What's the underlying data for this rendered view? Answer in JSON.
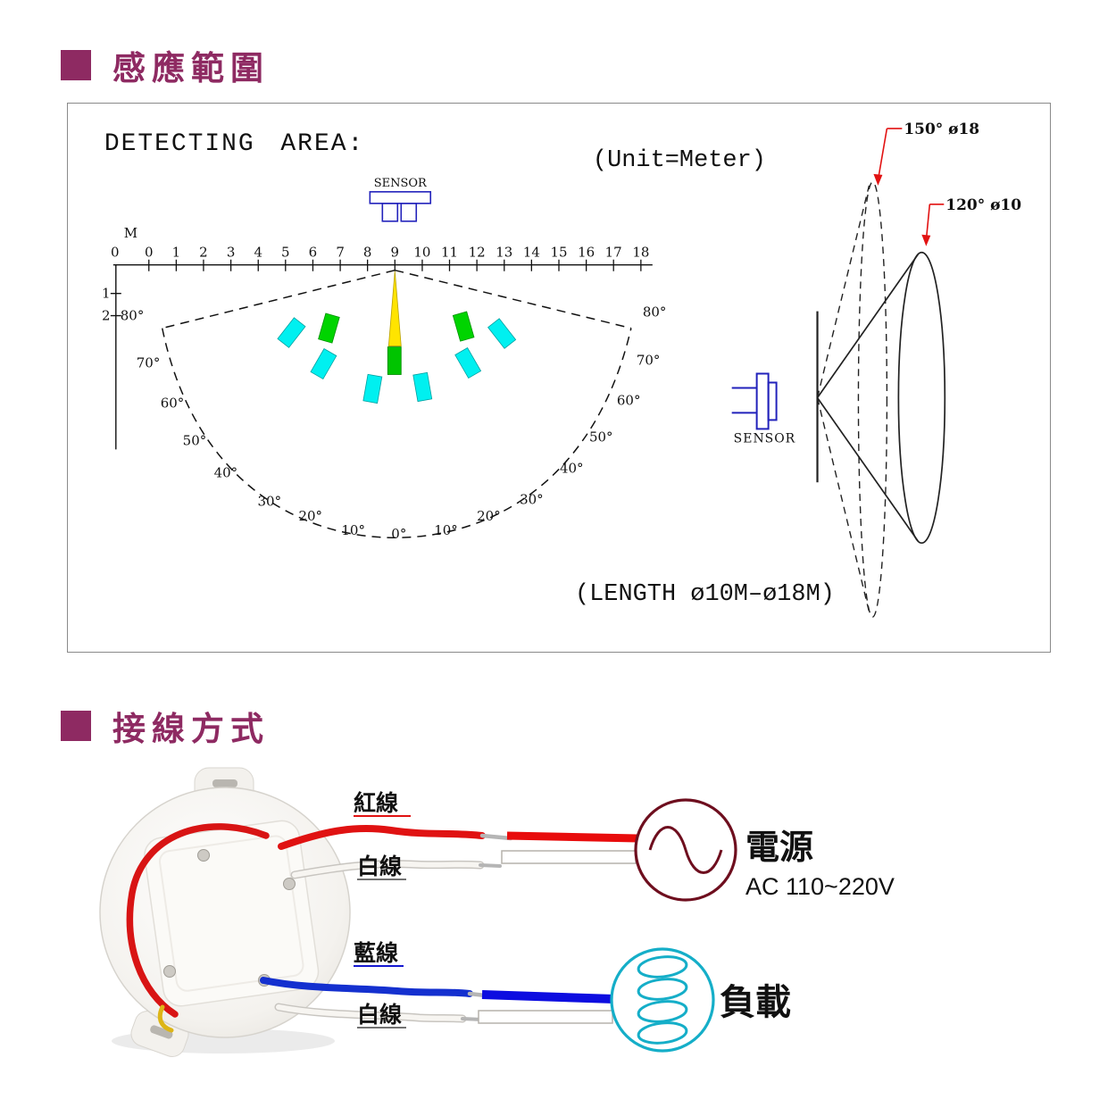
{
  "section_sensing": {
    "title": "感應範圍"
  },
  "section_wiring": {
    "title": "接線方式"
  },
  "detecting": {
    "title": "DETECTING  AREA:",
    "unit": "(Unit=Meter)",
    "sensor_top": "SENSOR",
    "sensor_side": "SENSOR",
    "m_label": "M",
    "axis_zero": "0",
    "x_ticks": [
      "0",
      "1",
      "2",
      "3",
      "4",
      "5",
      "6",
      "7",
      "8",
      "9",
      "10",
      "11",
      "12",
      "13",
      "14",
      "15",
      "16",
      "17",
      "18"
    ],
    "y_ticks": [
      "1",
      "2"
    ],
    "left_angles": [
      "80°",
      "70°",
      "60°",
      "50°",
      "40°",
      "30°",
      "20°",
      "10°"
    ],
    "zero_angle": "0°",
    "right_angles": [
      "10°",
      "20°",
      "30°",
      "40°",
      "50°",
      "60°",
      "70°",
      "80°"
    ],
    "beam_150": "150° ø18",
    "beam_120": "120° ø10",
    "length_label": "(LENGTH ø10M–ø18M)"
  },
  "wiring": {
    "red_wire": "紅線",
    "white_wire_top": "白線",
    "blue_wire": "藍線",
    "white_wire_bottom": "白線",
    "power_title": "電源",
    "power_spec": "AC 110~220V",
    "load_title": "負載"
  },
  "colors": {
    "accent": "#8e2a62",
    "red": "#e21212",
    "blue": "#1515d2",
    "teal": "#15aec8",
    "dark_red": "#6e0e1e"
  }
}
